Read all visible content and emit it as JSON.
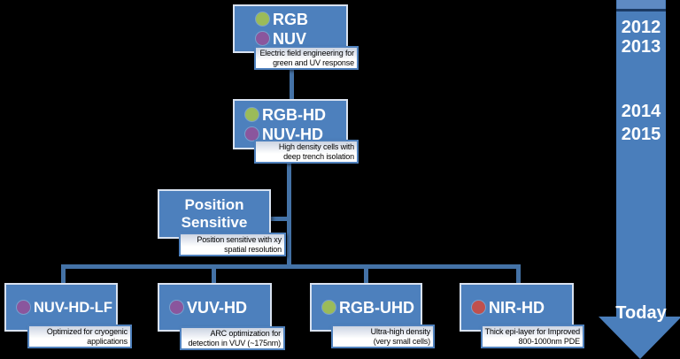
{
  "palette": {
    "background": "#000000",
    "node_fill": "#4d80bd",
    "node_border": "#d9e2f0",
    "connector": "#4472a6",
    "label_border": "#4f81bd",
    "label_fill_top": "#ccd4e2",
    "label_fill_bottom": "#ffffff",
    "title_text": "#ffffff",
    "label_text": "#000000",
    "dot_green": "#9bbb59",
    "dot_purple": "#8a569d",
    "dot_red": "#c0504d",
    "arrow_fill": "#4a7ebb",
    "arrow_cap": "#5e8ac3",
    "arrow_top_line": "#1b3a63"
  },
  "nodes": [
    {
      "id": "rgb-nuv",
      "titles": [
        {
          "dot": "green",
          "text": "RGB"
        },
        {
          "dot": "purple",
          "text": "NUV"
        }
      ],
      "label": {
        "line1": "Electric field engineering for",
        "line2": "green and UV response"
      }
    },
    {
      "id": "rgbhd-nuvhd",
      "titles": [
        {
          "dot": "green",
          "text": "RGB-HD"
        },
        {
          "dot": "purple",
          "text": "NUV-HD"
        }
      ],
      "label": {
        "line1": "High density cells with",
        "line2": "deep trench isolation"
      }
    },
    {
      "id": "position-sensitive",
      "titles": [
        {
          "dot": null,
          "text": "Position"
        },
        {
          "dot": null,
          "text": "Sensitive"
        }
      ],
      "label": {
        "line1": "Position sensitive with xy",
        "line2": "spatial resolution"
      }
    },
    {
      "id": "nuv-hd-lf",
      "titles": [
        {
          "dot": "purple",
          "text": "NUV-HD-LF"
        }
      ],
      "label": {
        "line1": "Optimized for cryogenic",
        "line2": "applications"
      }
    },
    {
      "id": "vuv-hd",
      "titles": [
        {
          "dot": "purple",
          "text": "VUV-HD"
        }
      ],
      "label": {
        "line1": "ARC optimization for",
        "line2": "detection in VUV (~175nm)"
      }
    },
    {
      "id": "rgb-uhd",
      "titles": [
        {
          "dot": "green",
          "text": "RGB-UHD"
        }
      ],
      "label": {
        "line1": "Ultra-high density",
        "line2": "(very small cells)"
      }
    },
    {
      "id": "nir-hd",
      "titles": [
        {
          "dot": "red",
          "text": "NIR-HD"
        }
      ],
      "label": {
        "line1": "Thick epi-layer for Improved",
        "line2": "800-1000nm PDE"
      }
    }
  ],
  "timeline": {
    "years": [
      "2012",
      "2013",
      "2014",
      "2015"
    ],
    "today_label": "Today"
  }
}
